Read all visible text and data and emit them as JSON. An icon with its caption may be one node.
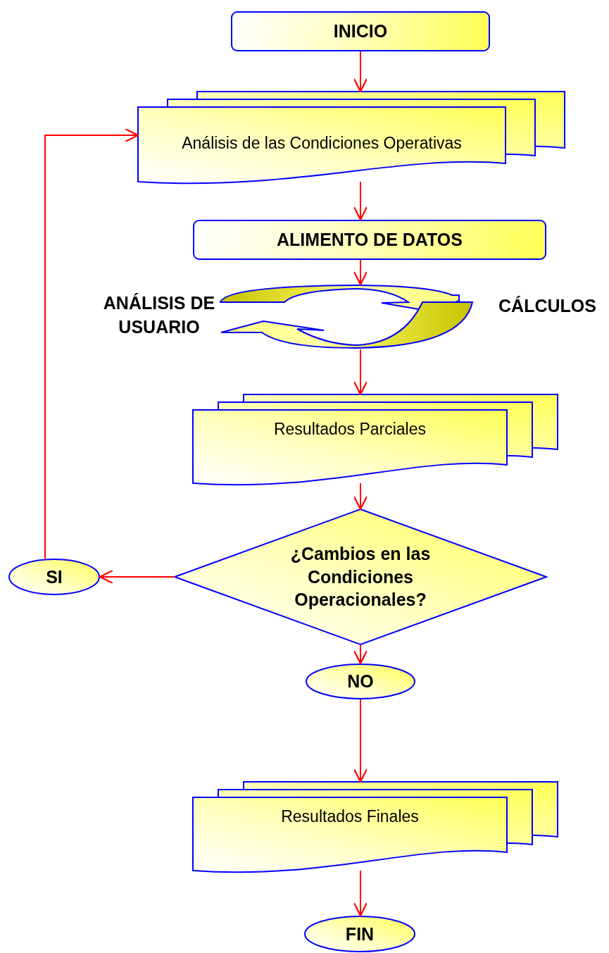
{
  "diagram": {
    "nodes": [
      {
        "text": [
          "INICIO"
        ]
      },
      {
        "text": [
          "Análisis de las Condiciones Operativas"
        ]
      },
      {
        "text": [
          "ALIMENTO DE DATOS"
        ]
      },
      {
        "text": [],
        "shape": "cycle",
        "beside": [
          "ANÁLISIS DE USUARIO",
          "CÁLCULOS"
        ]
      },
      {
        "text": [
          "Resultados Parciales"
        ]
      },
      {
        "text": [
          "¿Cambios en las Condiciones Operacionales?"
        ]
      },
      {
        "text": [
          "SI"
        ]
      },
      {
        "text": [
          "NO"
        ]
      },
      {
        "text": [
          "Resultados Finales"
        ]
      },
      {
        "text": [
          "FIN"
        ]
      }
    ],
    "edges": [
      {
        "from": 0,
        "to": 1,
        "arrow": "to"
      },
      {
        "from": 1,
        "to": 2,
        "arrow": "to"
      },
      {
        "from": 2,
        "to": 3,
        "arrow": "to"
      },
      {
        "from": 3,
        "to": 4,
        "arrow": "to"
      },
      {
        "from": 4,
        "to": 5,
        "arrow": "to"
      },
      {
        "from": 5,
        "to": 6,
        "arrow": "to"
      },
      {
        "from": 6,
        "to": 1,
        "arrow": "to"
      },
      {
        "from": 5,
        "to": 7,
        "arrow": "to"
      },
      {
        "from": 7,
        "to": 8,
        "arrow": "to"
      },
      {
        "from": 8,
        "to": 9,
        "arrow": "to"
      }
    ]
  }
}
